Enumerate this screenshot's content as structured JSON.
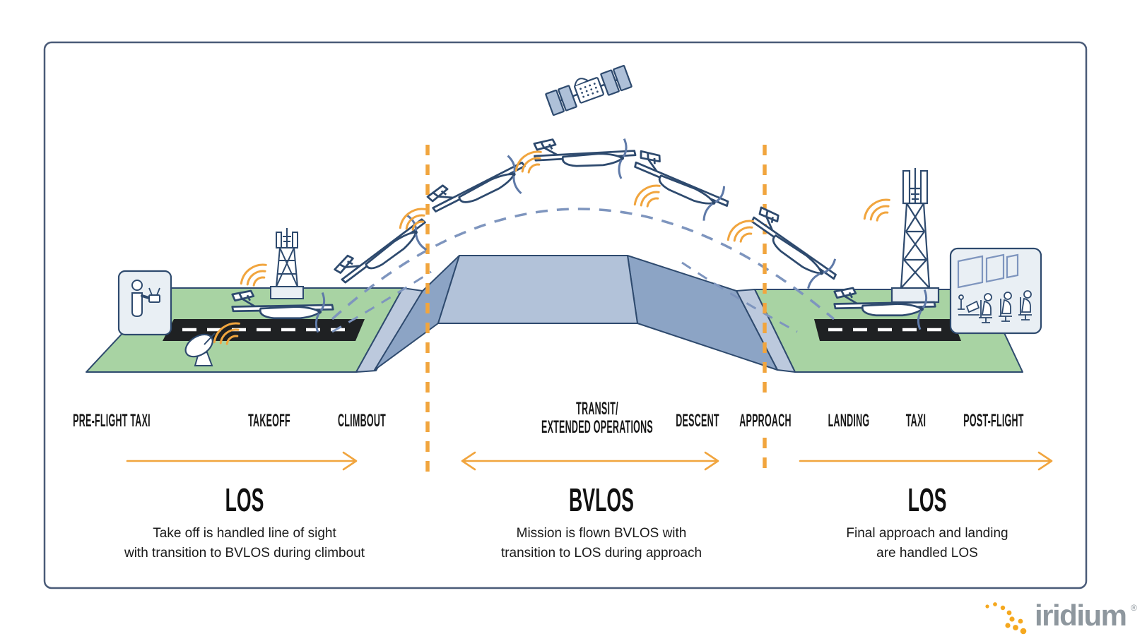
{
  "diagram": {
    "phases": [
      {
        "label": "PRE-FLIGHT TAXI"
      },
      {
        "label": "TAKEOFF"
      },
      {
        "label": "CLIMBOUT"
      },
      {
        "line1": "TRANSIT/",
        "line2": "EXTENDED OPERATIONS"
      },
      {
        "label": "DESCENT"
      },
      {
        "label": "APPROACH"
      },
      {
        "label": "LANDING"
      },
      {
        "label": "TAXI"
      },
      {
        "label": "POST-FLIGHT"
      }
    ],
    "sections": [
      {
        "heading": "LOS",
        "desc1": "Take off is handled line of sight",
        "desc2": "with transition to BVLOS during climbout"
      },
      {
        "heading": "BVLOS",
        "desc1": "Mission is flown BVLOS with",
        "desc2": "transition to LOS during approach"
      },
      {
        "heading": "LOS",
        "desc1": "Final approach and landing",
        "desc2": "are handled LOS"
      }
    ],
    "icons": [
      "satellite-icon",
      "uav-drone-icon",
      "cell-tower-icon",
      "ground-station-dish-icon",
      "pilot-with-controller-icon",
      "control-room-icon",
      "signal-waves-icon"
    ]
  },
  "branding": {
    "logo_text": "iridium",
    "registered_mark": "®"
  },
  "colors": {
    "accent_orange": "#F1A53E",
    "logo_dot_orange": "#F5A81F",
    "outline_navy": "#2E4A6E",
    "frame_border": "#4A5B78",
    "terrain_green": "#A8D3A3",
    "mesa_top": "#B2C2D9",
    "mesa_slope": "#8CA4C5",
    "mesa_band": "#BCC9DD",
    "flight_path_blue": "#7E95BE",
    "runway_black": "#1F2123",
    "card_fill": "#E9EFF4",
    "logo_gray": "#8E979E",
    "text_black": "#1A1A1A"
  }
}
